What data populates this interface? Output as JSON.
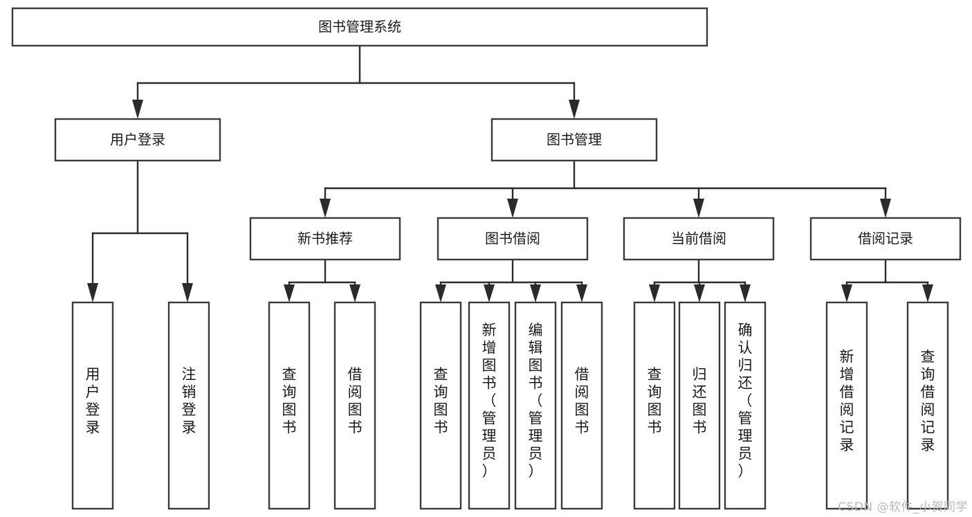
{
  "diagram": {
    "title": "图书管理系统",
    "type": "hierarchy-tree",
    "watermark": "CSDN @软件_小贺同学",
    "colors": {
      "box_stroke": "#3a3a3a",
      "box_fill": "#ffffff",
      "connector": "#2b2b2b",
      "text": "#1a1a1a",
      "watermark": "#b9b9b9",
      "background": "#ffffff"
    },
    "root": {
      "label": "图书管理系统",
      "orientation": "horizontal"
    },
    "level2": [
      {
        "label": "用户登录",
        "orientation": "horizontal"
      },
      {
        "label": "图书管理",
        "orientation": "horizontal"
      }
    ],
    "level3": [
      {
        "label": "新书推荐",
        "orientation": "horizontal"
      },
      {
        "label": "图书借阅",
        "orientation": "horizontal"
      },
      {
        "label": "当前借阅",
        "orientation": "horizontal"
      },
      {
        "label": "借阅记录",
        "orientation": "horizontal"
      }
    ],
    "leaves": {
      "user_login": [
        {
          "label": "用户登录",
          "orientation": "vertical"
        },
        {
          "label": "注销登录",
          "orientation": "vertical"
        }
      ],
      "new_book_recommend": [
        {
          "label": "查询图书",
          "orientation": "vertical"
        },
        {
          "label": "借阅图书",
          "orientation": "vertical"
        }
      ],
      "book_borrow": [
        {
          "label": "查询图书",
          "orientation": "vertical"
        },
        {
          "label": "新增图书（管理员）",
          "orientation": "vertical"
        },
        {
          "label": "编辑图书（管理员）",
          "orientation": "vertical"
        },
        {
          "label": "借阅图书",
          "orientation": "vertical"
        }
      ],
      "current_borrow": [
        {
          "label": "查询图书",
          "orientation": "vertical"
        },
        {
          "label": "归还图书",
          "orientation": "vertical"
        },
        {
          "label": "确认归还（管理员）",
          "orientation": "vertical"
        }
      ],
      "borrow_record": [
        {
          "label": "新增借阅记录",
          "orientation": "vertical"
        },
        {
          "label": "查询借阅记录",
          "orientation": "vertical"
        }
      ]
    }
  }
}
